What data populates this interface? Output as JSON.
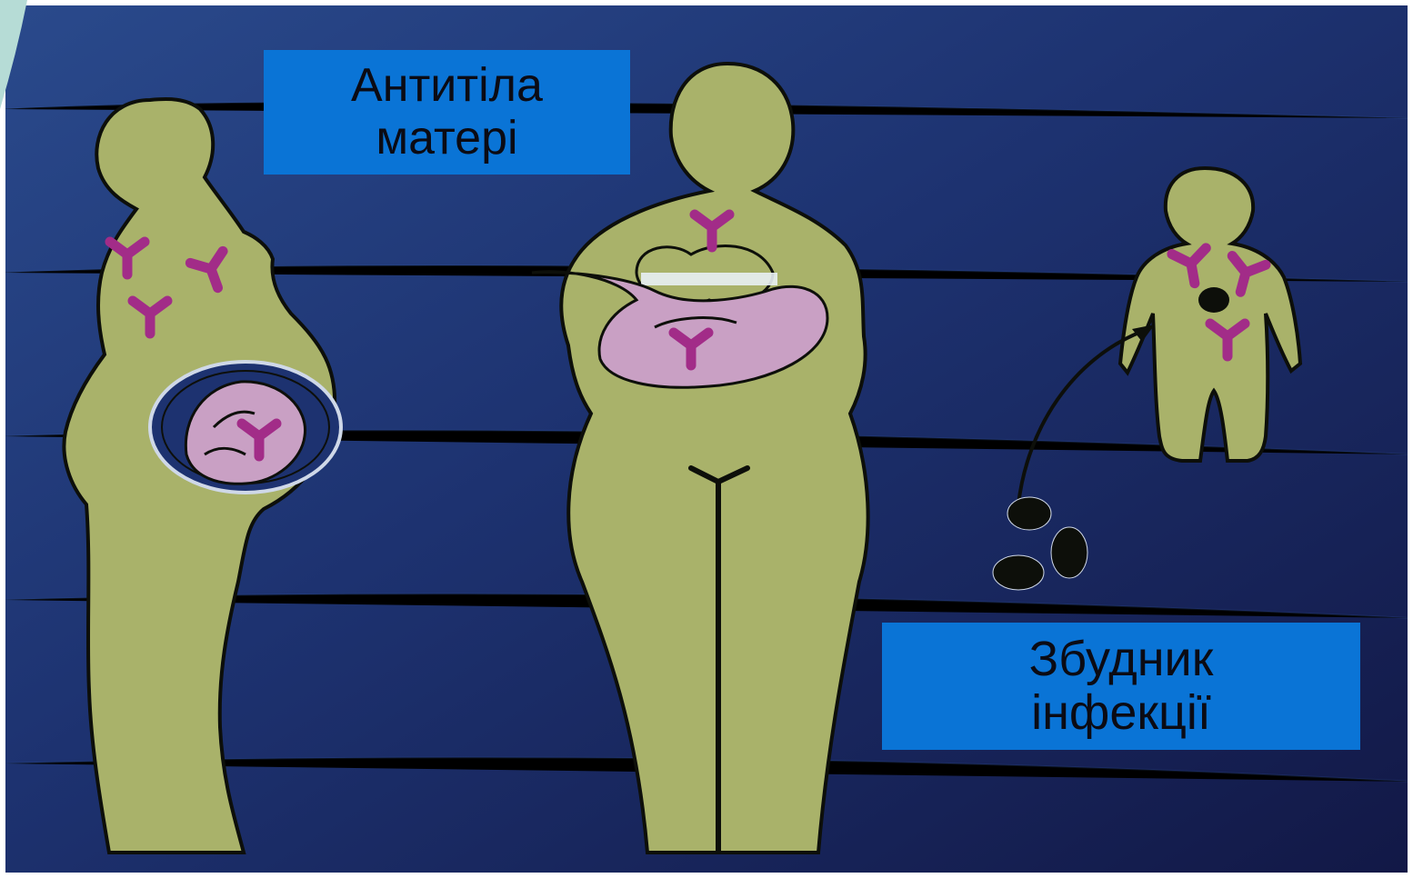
{
  "labels": {
    "antibodies": {
      "line1": "Антитіла",
      "line2": "матері"
    },
    "pathogen": {
      "line1": "Збудник",
      "line2": "інфекції"
    }
  },
  "colors": {
    "background_dark": "#141a4a",
    "background_mid": "#233a7e",
    "body_fill": "#a9b26a",
    "outline": "#0d0f0a",
    "antibody": "#a22c88",
    "baby": "#c9a0c4",
    "label_bg": "#0a74d6",
    "corner_teal": "#b6dcd6"
  },
  "icons": [
    "antibody-icon",
    "pathogen-icon",
    "arrow-icon"
  ]
}
